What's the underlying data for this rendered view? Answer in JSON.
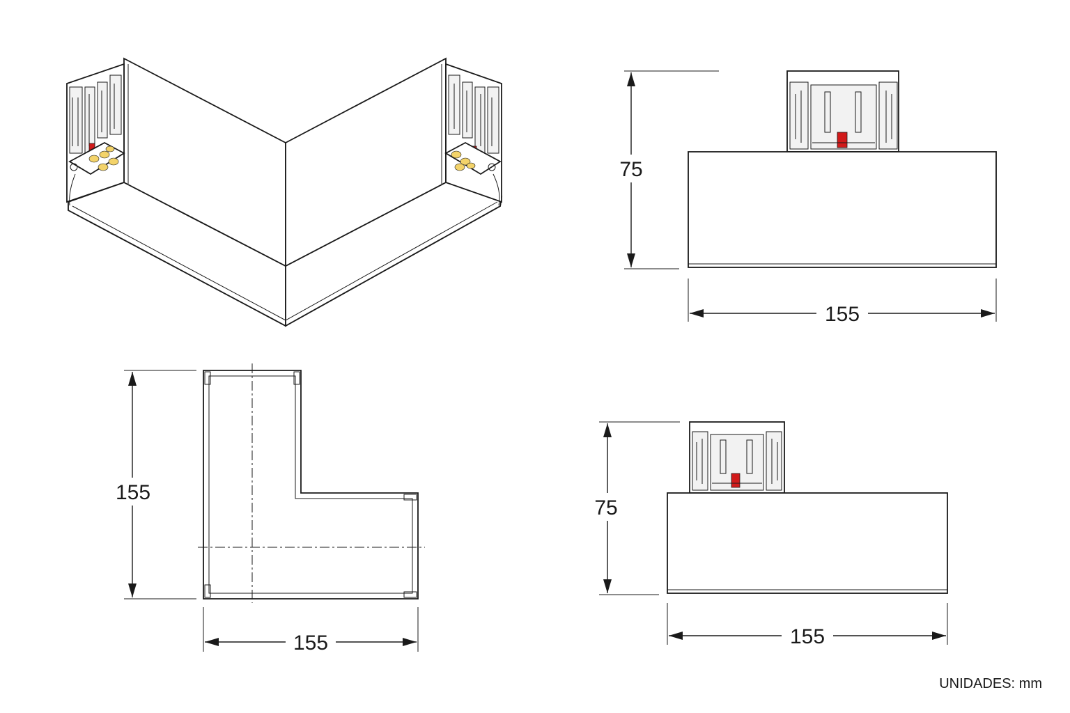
{
  "dimensions": {
    "front_top_height": "75",
    "front_top_width": "155",
    "plan_height": "155",
    "plan_width": "155",
    "front_bottom_height": "75",
    "front_bottom_width": "155"
  },
  "units_label": "UNIDADES: mm",
  "colors": {
    "line": "#1a1a1a",
    "connector_red": "#d11a1a",
    "led_yellow": "#f3d36a"
  }
}
